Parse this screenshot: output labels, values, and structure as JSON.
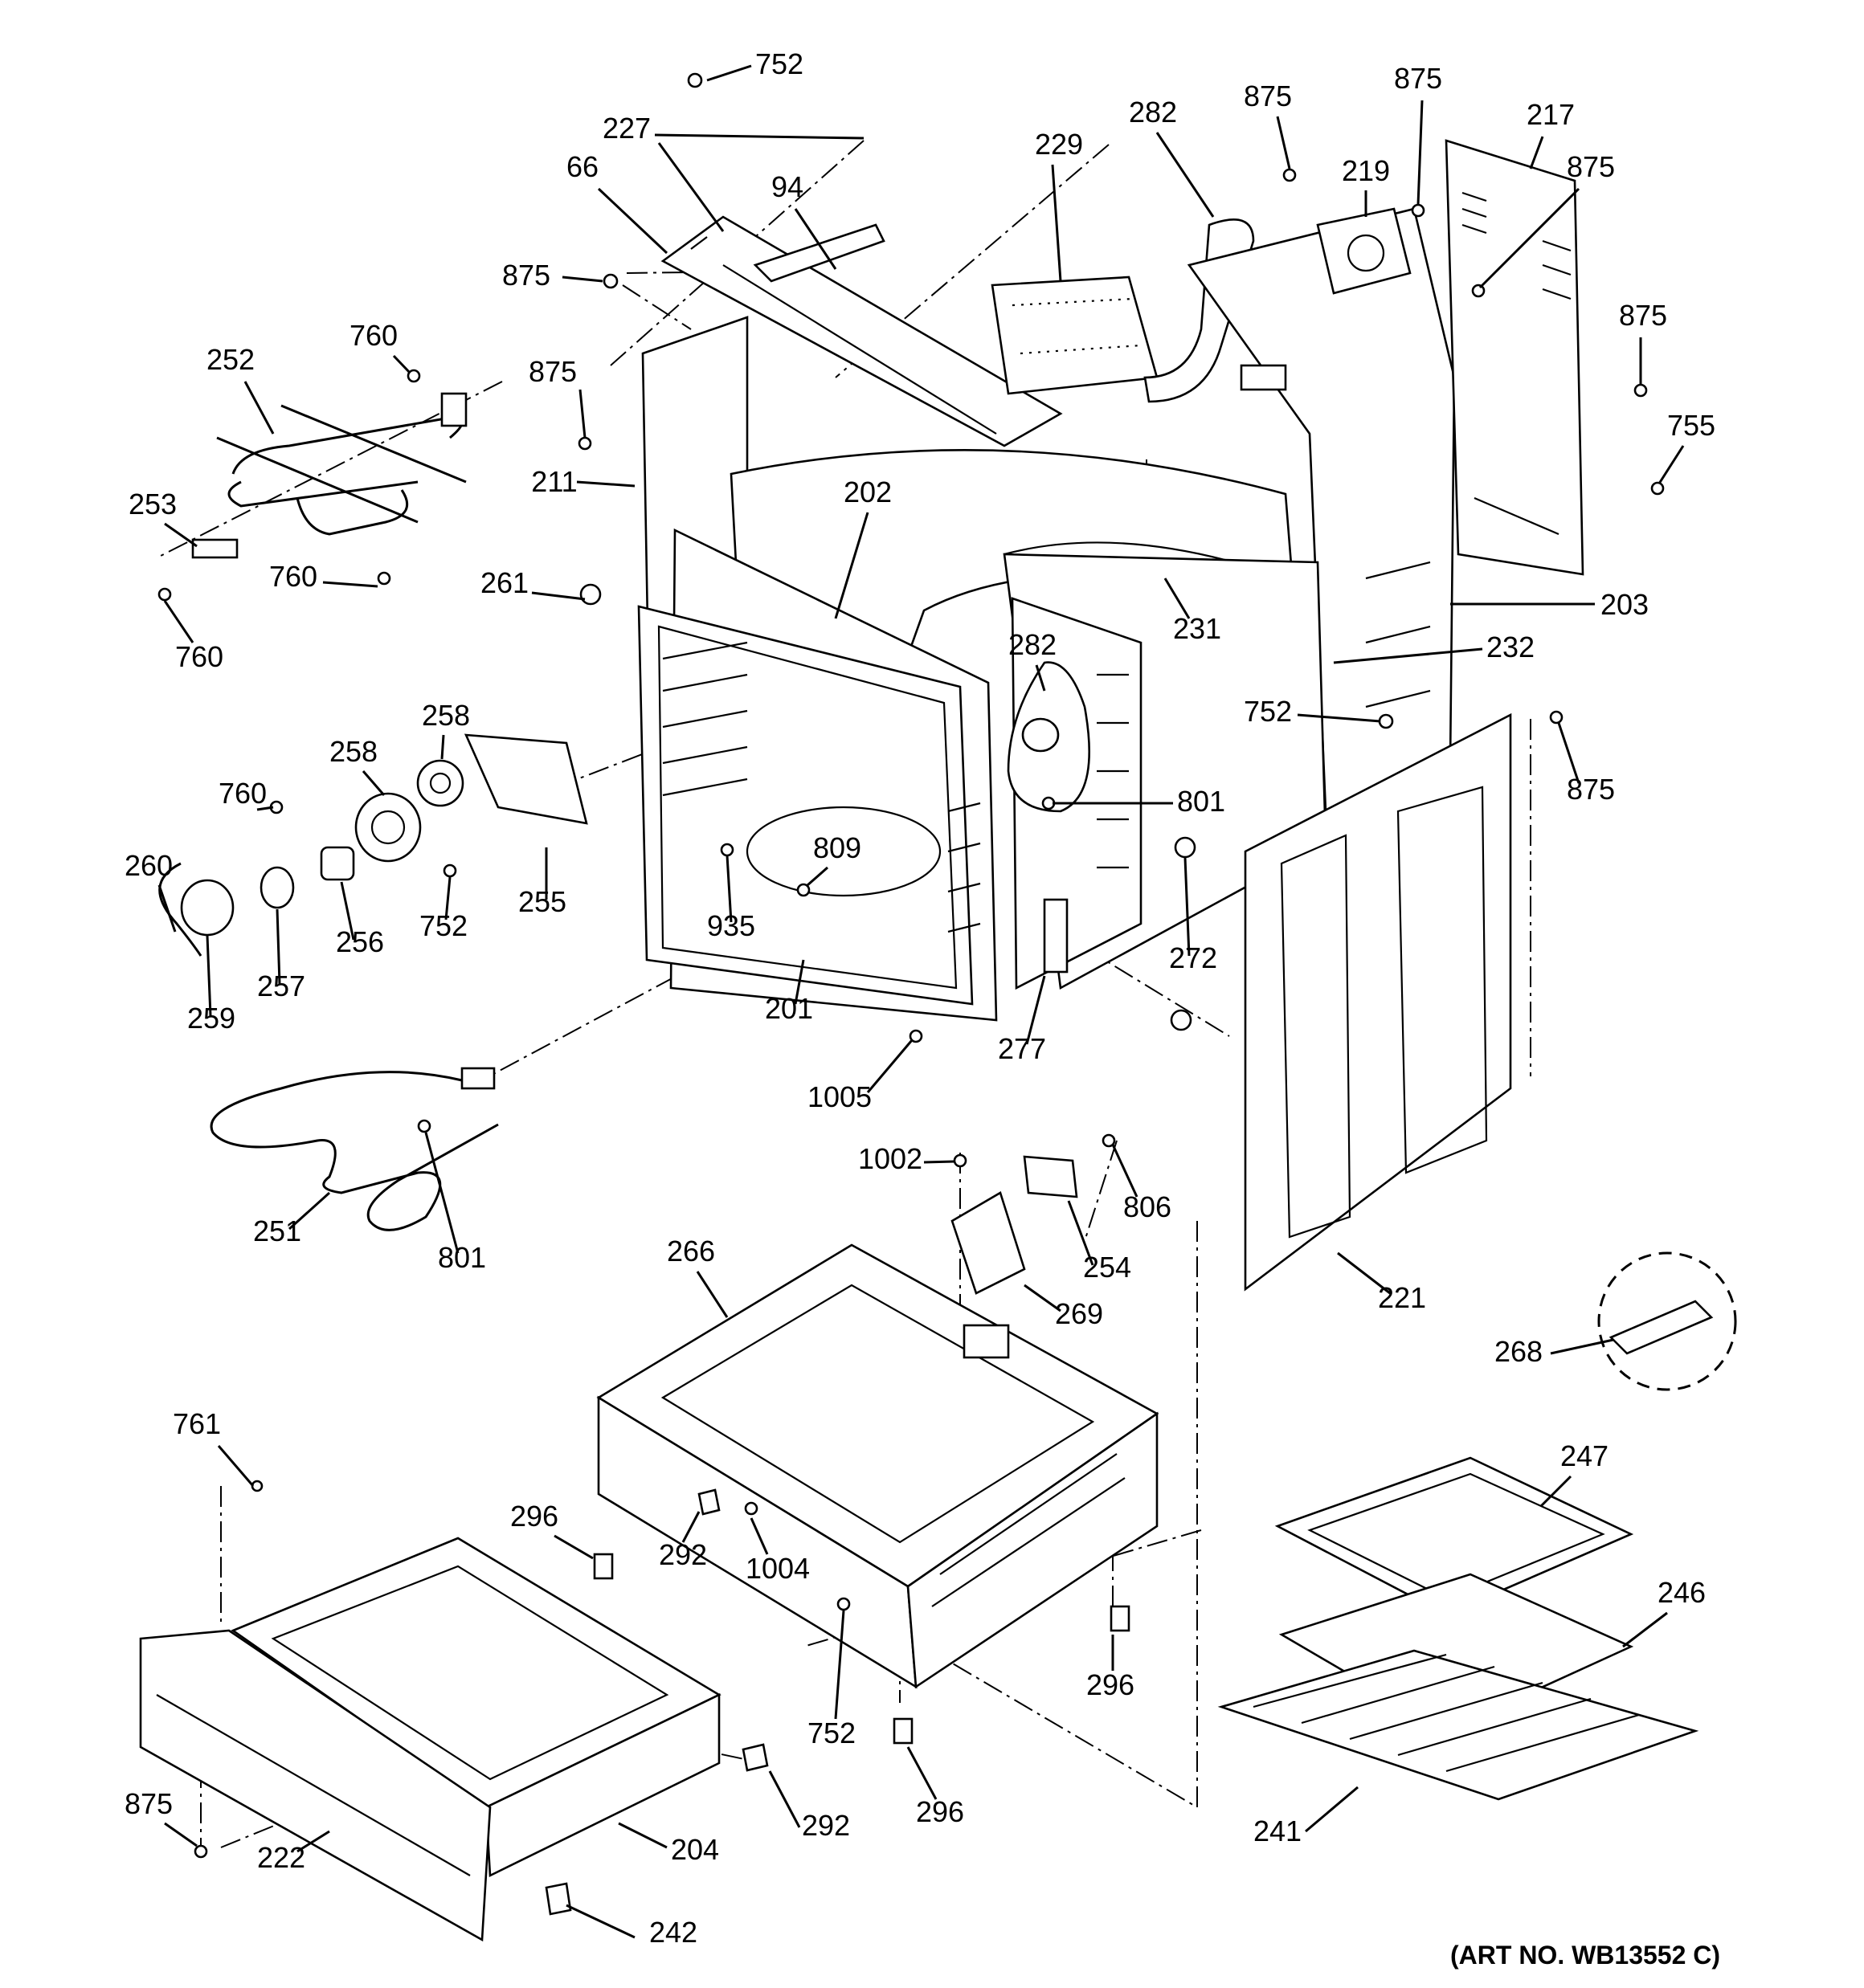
{
  "parts": [
    {
      "id": "p752a",
      "n": "752"
    },
    {
      "id": "p227",
      "n": "227"
    },
    {
      "id": "p66",
      "n": "66"
    },
    {
      "id": "p94",
      "n": "94"
    },
    {
      "id": "p229",
      "n": "229"
    },
    {
      "id": "p282a",
      "n": "282"
    },
    {
      "id": "p875a",
      "n": "875"
    },
    {
      "id": "p875b",
      "n": "875"
    },
    {
      "id": "p219",
      "n": "219"
    },
    {
      "id": "p217",
      "n": "217"
    },
    {
      "id": "p875c",
      "n": "875"
    },
    {
      "id": "p875d",
      "n": "875"
    },
    {
      "id": "p875e",
      "n": "875"
    },
    {
      "id": "p875f",
      "n": "875"
    },
    {
      "id": "p760a",
      "n": "760"
    },
    {
      "id": "p252",
      "n": "252"
    },
    {
      "id": "p755",
      "n": "755"
    },
    {
      "id": "p211",
      "n": "211"
    },
    {
      "id": "p253",
      "n": "253"
    },
    {
      "id": "p202",
      "n": "202"
    },
    {
      "id": "p760b",
      "n": "760"
    },
    {
      "id": "p261",
      "n": "261"
    },
    {
      "id": "p231",
      "n": "231"
    },
    {
      "id": "p203",
      "n": "203"
    },
    {
      "id": "p760c",
      "n": "760"
    },
    {
      "id": "p282b",
      "n": "282"
    },
    {
      "id": "p232",
      "n": "232"
    },
    {
      "id": "p752b",
      "n": "752"
    },
    {
      "id": "p258a",
      "n": "258"
    },
    {
      "id": "p258b",
      "n": "258"
    },
    {
      "id": "p875g",
      "n": "875"
    },
    {
      "id": "p760d",
      "n": "760"
    },
    {
      "id": "p801a",
      "n": "801"
    },
    {
      "id": "p260",
      "n": "260"
    },
    {
      "id": "p809",
      "n": "809"
    },
    {
      "id": "p255",
      "n": "255"
    },
    {
      "id": "p256",
      "n": "256"
    },
    {
      "id": "p752c",
      "n": "752"
    },
    {
      "id": "p935",
      "n": "935"
    },
    {
      "id": "p272",
      "n": "272"
    },
    {
      "id": "p257",
      "n": "257"
    },
    {
      "id": "p259",
      "n": "259"
    },
    {
      "id": "p201",
      "n": "201"
    },
    {
      "id": "p277",
      "n": "277"
    },
    {
      "id": "p1005",
      "n": "1005"
    },
    {
      "id": "p1002",
      "n": "1002"
    },
    {
      "id": "p806",
      "n": "806"
    },
    {
      "id": "p251",
      "n": "251"
    },
    {
      "id": "p801b",
      "n": "801"
    },
    {
      "id": "p254",
      "n": "254"
    },
    {
      "id": "p266",
      "n": "266"
    },
    {
      "id": "p221",
      "n": "221"
    },
    {
      "id": "p269",
      "n": "269"
    },
    {
      "id": "p268",
      "n": "268"
    },
    {
      "id": "p761",
      "n": "761"
    },
    {
      "id": "p247",
      "n": "247"
    },
    {
      "id": "p296a",
      "n": "296"
    },
    {
      "id": "p292a",
      "n": "292"
    },
    {
      "id": "p1004",
      "n": "1004"
    },
    {
      "id": "p246",
      "n": "246"
    },
    {
      "id": "p296b",
      "n": "296"
    },
    {
      "id": "p752d",
      "n": "752"
    },
    {
      "id": "p296c",
      "n": "296"
    },
    {
      "id": "p875h",
      "n": "875"
    },
    {
      "id": "p292b",
      "n": "292"
    },
    {
      "id": "p241",
      "n": "241"
    },
    {
      "id": "p222",
      "n": "222"
    },
    {
      "id": "p204",
      "n": "204"
    },
    {
      "id": "p242",
      "n": "242"
    }
  ],
  "art_number": "(ART NO. WB13552 C)"
}
